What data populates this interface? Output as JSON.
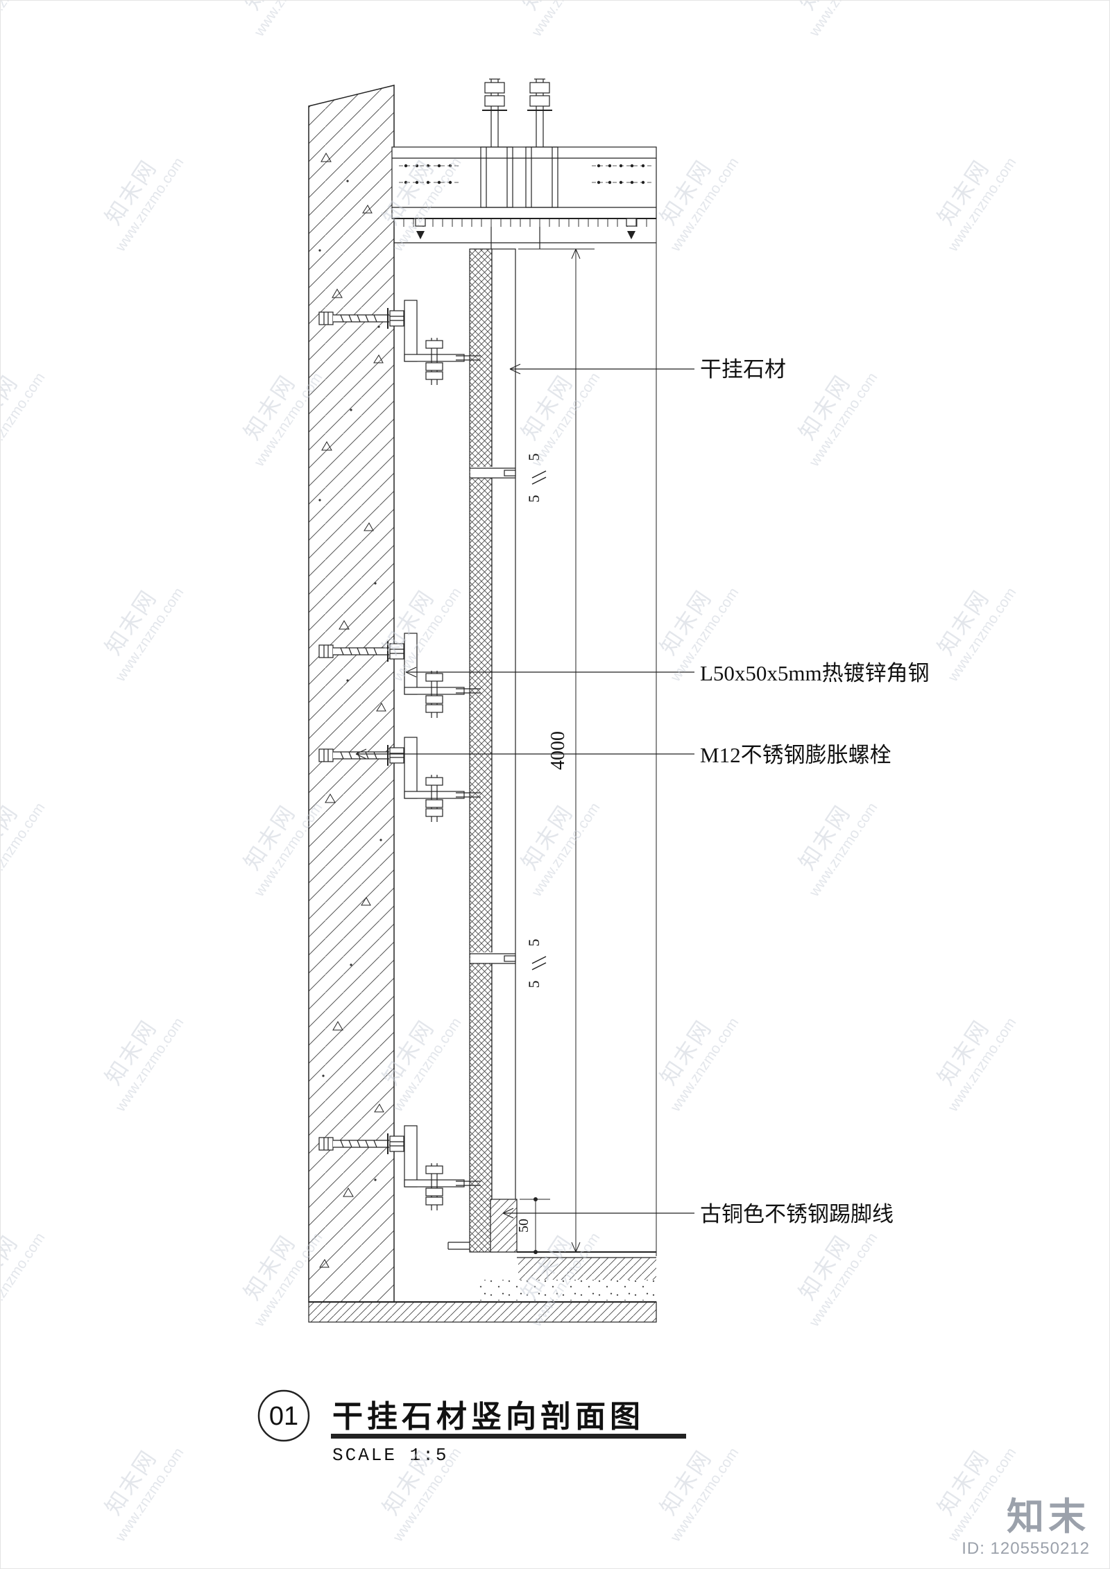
{
  "watermark": {
    "line1": "知末网",
    "line2": "www.znzmo.com",
    "brand": "知末",
    "id_text": "ID: 1205550212"
  },
  "colors": {
    "line": "#222222",
    "watermark": "#c9cfd8",
    "brand_gray": "#9ba1ab"
  },
  "drawing": {
    "callouts": [
      {
        "text": "干挂石材"
      },
      {
        "text": "L50x50x5mm热镀锌角钢"
      },
      {
        "text": "M12不锈钢膨胀螺栓"
      },
      {
        "text": "古铜色不锈钢踢脚线"
      }
    ],
    "dims": {
      "overall": "4000",
      "skirting": "50",
      "gap": "5"
    },
    "title_block": {
      "number": "01",
      "title": "干挂石材竖向剖面图",
      "scale": "SCALE 1:5"
    }
  }
}
